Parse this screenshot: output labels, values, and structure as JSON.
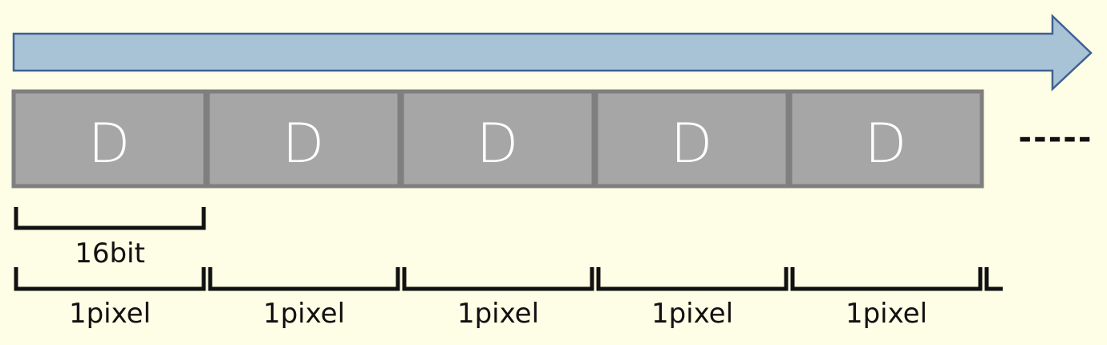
{
  "cells": [
    {
      "letter": "D",
      "label": "1pixel"
    },
    {
      "letter": "D",
      "label": "1pixel"
    },
    {
      "letter": "D",
      "label": "1pixel"
    },
    {
      "letter": "D",
      "label": "1pixel"
    },
    {
      "letter": "D",
      "label": "1pixel"
    }
  ],
  "bit_label": "16bit",
  "continuation": "-----",
  "colors": {
    "background": "#fefee6",
    "arrow_fill": "#a9c3d6",
    "arrow_stroke": "#3f6193",
    "cell_fill": "#a6a6a6",
    "cell_stroke": "#7f7f7f",
    "letter": "#ffffff",
    "bracket": "#111111"
  }
}
